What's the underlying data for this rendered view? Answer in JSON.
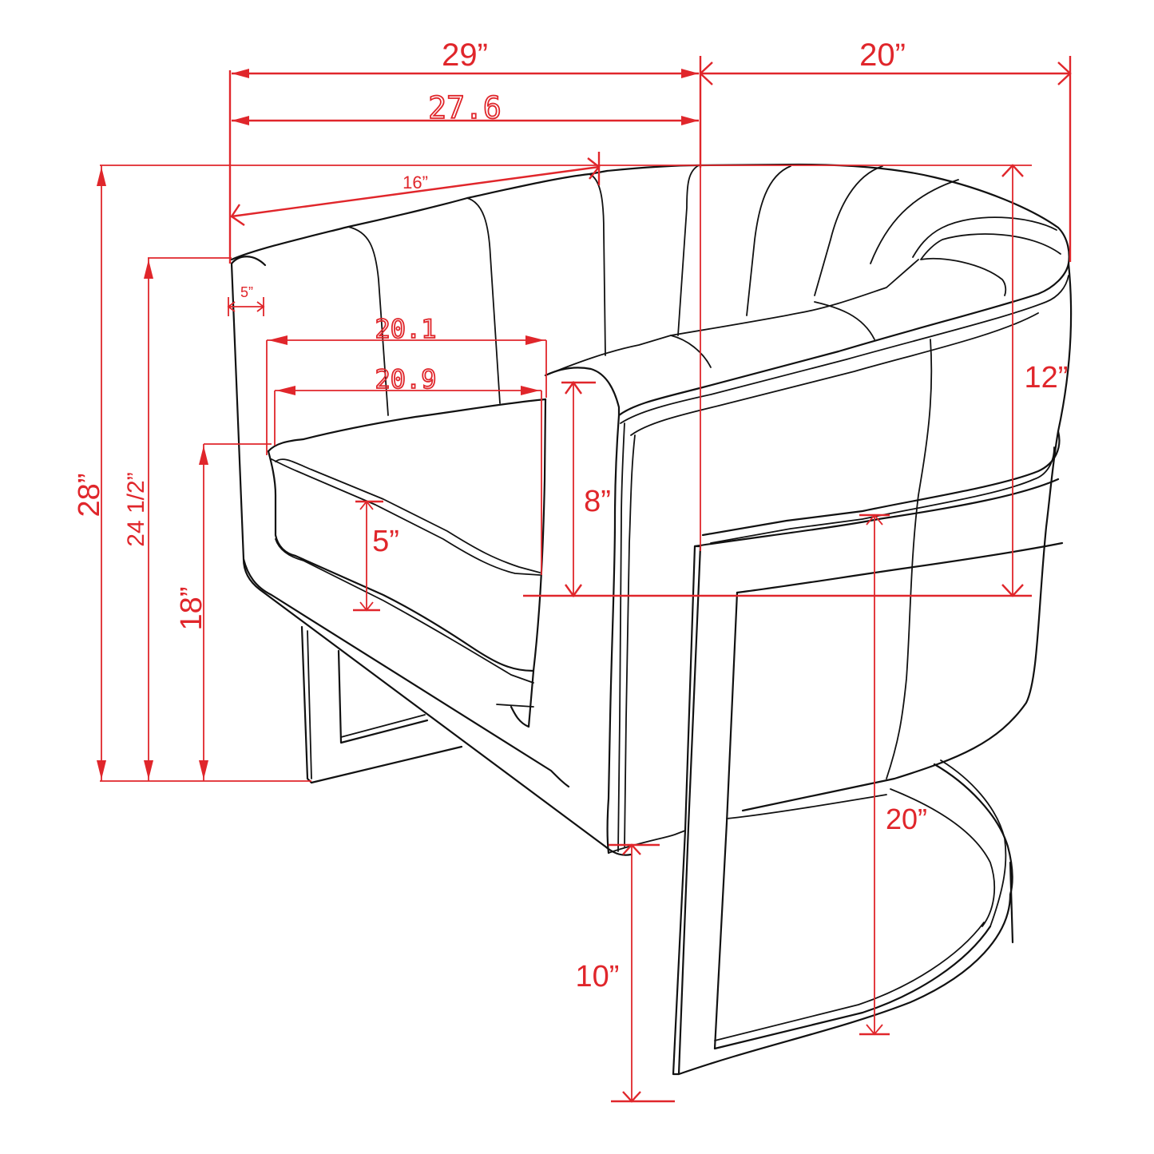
{
  "diagram": {
    "subject": "Barrel accent chair dimension drawing",
    "colors": {
      "dimension": "#e0262b",
      "outline": "#111111",
      "background": "#ffffff"
    },
    "dimensions": {
      "overall_width": "29”",
      "inner_width": "27.6",
      "overall_depth": "20”",
      "back_slant_width": "16”",
      "arm_width": "5”",
      "seat_width_top": "20.1",
      "seat_width_bottom": "20.9",
      "overall_height": "28”",
      "arm_height": "24 1/2”",
      "seat_height": "18”",
      "cushion_thickness": "5”",
      "arm_above_seat": "8”",
      "back_above_seat": "12”",
      "base_height": "20”",
      "clearance_height": "10”"
    }
  }
}
